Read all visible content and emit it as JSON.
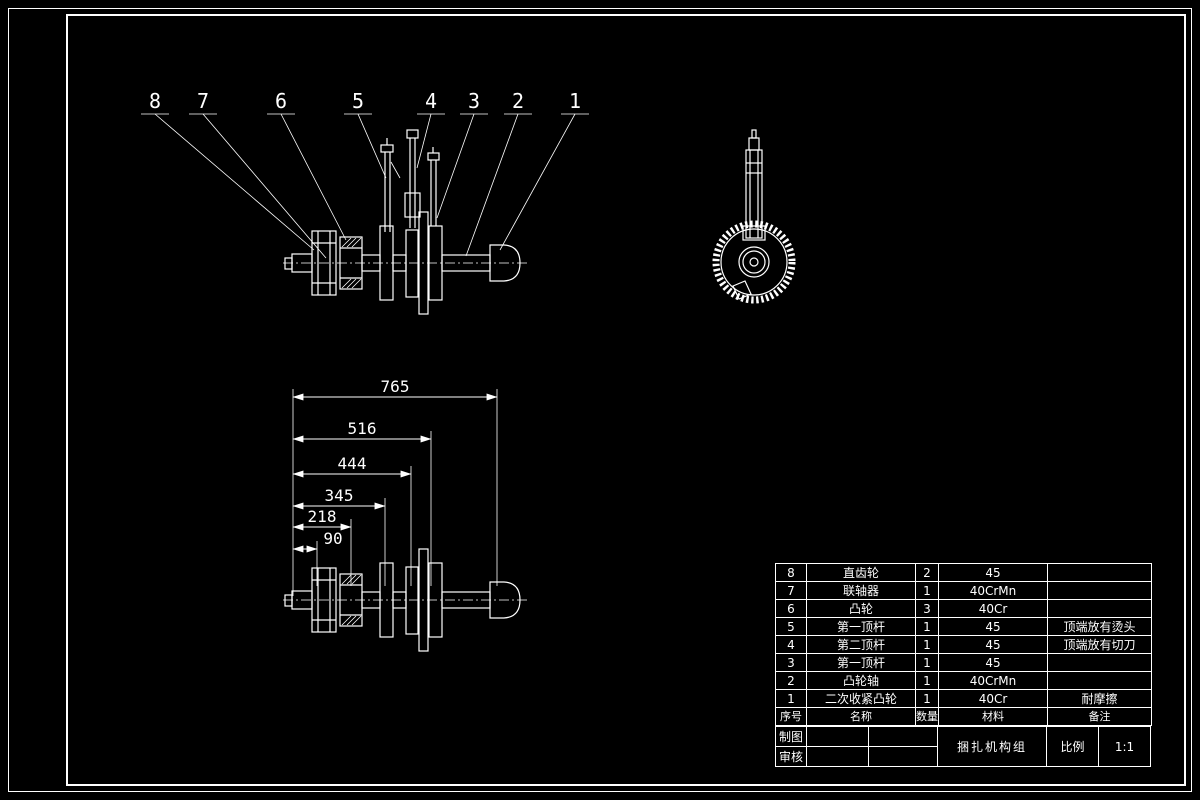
{
  "colors": {
    "background": "#000000",
    "line": "#ffffff"
  },
  "views": {
    "assembly": {
      "callouts": [
        "8",
        "7",
        "6",
        "5",
        "4",
        "3",
        "2",
        "1"
      ]
    },
    "dimensioned": {
      "dims": [
        "765",
        "516",
        "444",
        "345",
        "218",
        "90"
      ]
    }
  },
  "bom": {
    "items": [
      {
        "no": "8",
        "name": "直齿轮",
        "qty": "2",
        "material": "45",
        "note": ""
      },
      {
        "no": "7",
        "name": "联轴器",
        "qty": "1",
        "material": "40CrMn",
        "note": ""
      },
      {
        "no": "6",
        "name": "凸轮",
        "qty": "3",
        "material": "40Cr",
        "note": ""
      },
      {
        "no": "5",
        "name": "第一顶杆",
        "qty": "1",
        "material": "45",
        "note": "顶端放有烫头"
      },
      {
        "no": "4",
        "name": "第二顶杆",
        "qty": "1",
        "material": "45",
        "note": "顶端放有切刀"
      },
      {
        "no": "3",
        "name": "第一顶杆",
        "qty": "1",
        "material": "45",
        "note": ""
      },
      {
        "no": "2",
        "name": "凸轮轴",
        "qty": "1",
        "material": "40CrMn",
        "note": ""
      },
      {
        "no": "1",
        "name": "二次收紧凸轮",
        "qty": "1",
        "material": "40Cr",
        "note": "耐摩擦"
      }
    ],
    "header": {
      "no": "序号",
      "name": "名称",
      "qty": "数量",
      "material": "材料",
      "note": "备注"
    },
    "title_block": {
      "drawn_label": "制图",
      "checked_label": "审核",
      "title": "捆扎机构组",
      "scale_label": "比例",
      "scale_value": "1:1"
    }
  }
}
